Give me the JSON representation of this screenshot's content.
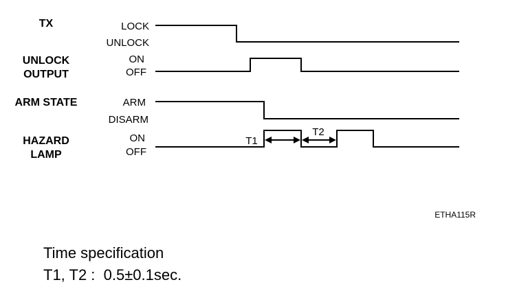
{
  "signals": [
    {
      "name_lines": [
        "TX"
      ],
      "high_state": "LOCK",
      "low_state": "UNLOCK"
    },
    {
      "name_lines": [
        "UNLOCK",
        "OUTPUT"
      ],
      "high_state": "ON",
      "low_state": "OFF"
    },
    {
      "name_lines": [
        "ARM STATE"
      ],
      "high_state": "ARM",
      "low_state": "DISARM"
    },
    {
      "name_lines": [
        "HAZARD",
        "LAMP"
      ],
      "high_state": "ON",
      "low_state": "OFF"
    }
  ],
  "intervals": [
    "T1",
    "T2"
  ],
  "figure_code": "ETHA115R",
  "spec": {
    "title": "Time specification",
    "line": "T1, T2 :  0.5±0.1sec."
  }
}
